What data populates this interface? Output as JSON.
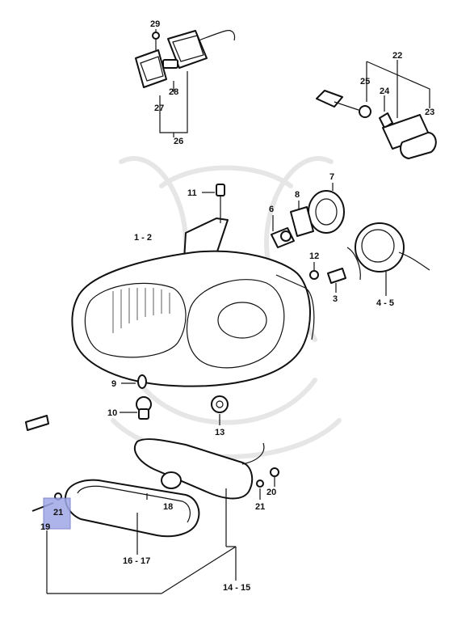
{
  "labels": {
    "p29": "29",
    "p28": "28",
    "p27": "27",
    "p26": "26",
    "p22": "22",
    "p25": "25",
    "p24": "24",
    "p23": "23",
    "p11": "11",
    "p7": "7",
    "p8": "8",
    "p6": "6",
    "p1_2": "1 - 2",
    "p12": "12",
    "p3": "3",
    "p4_5": "4 - 5",
    "p9": "9",
    "p10": "10",
    "p13": "13",
    "p18": "18",
    "p21a": "21",
    "p21b": "21",
    "p20": "20",
    "p19": "19",
    "p16_17": "16 - 17",
    "p14_15": "14 - 15"
  },
  "highlight_color": "#9fa8e6"
}
